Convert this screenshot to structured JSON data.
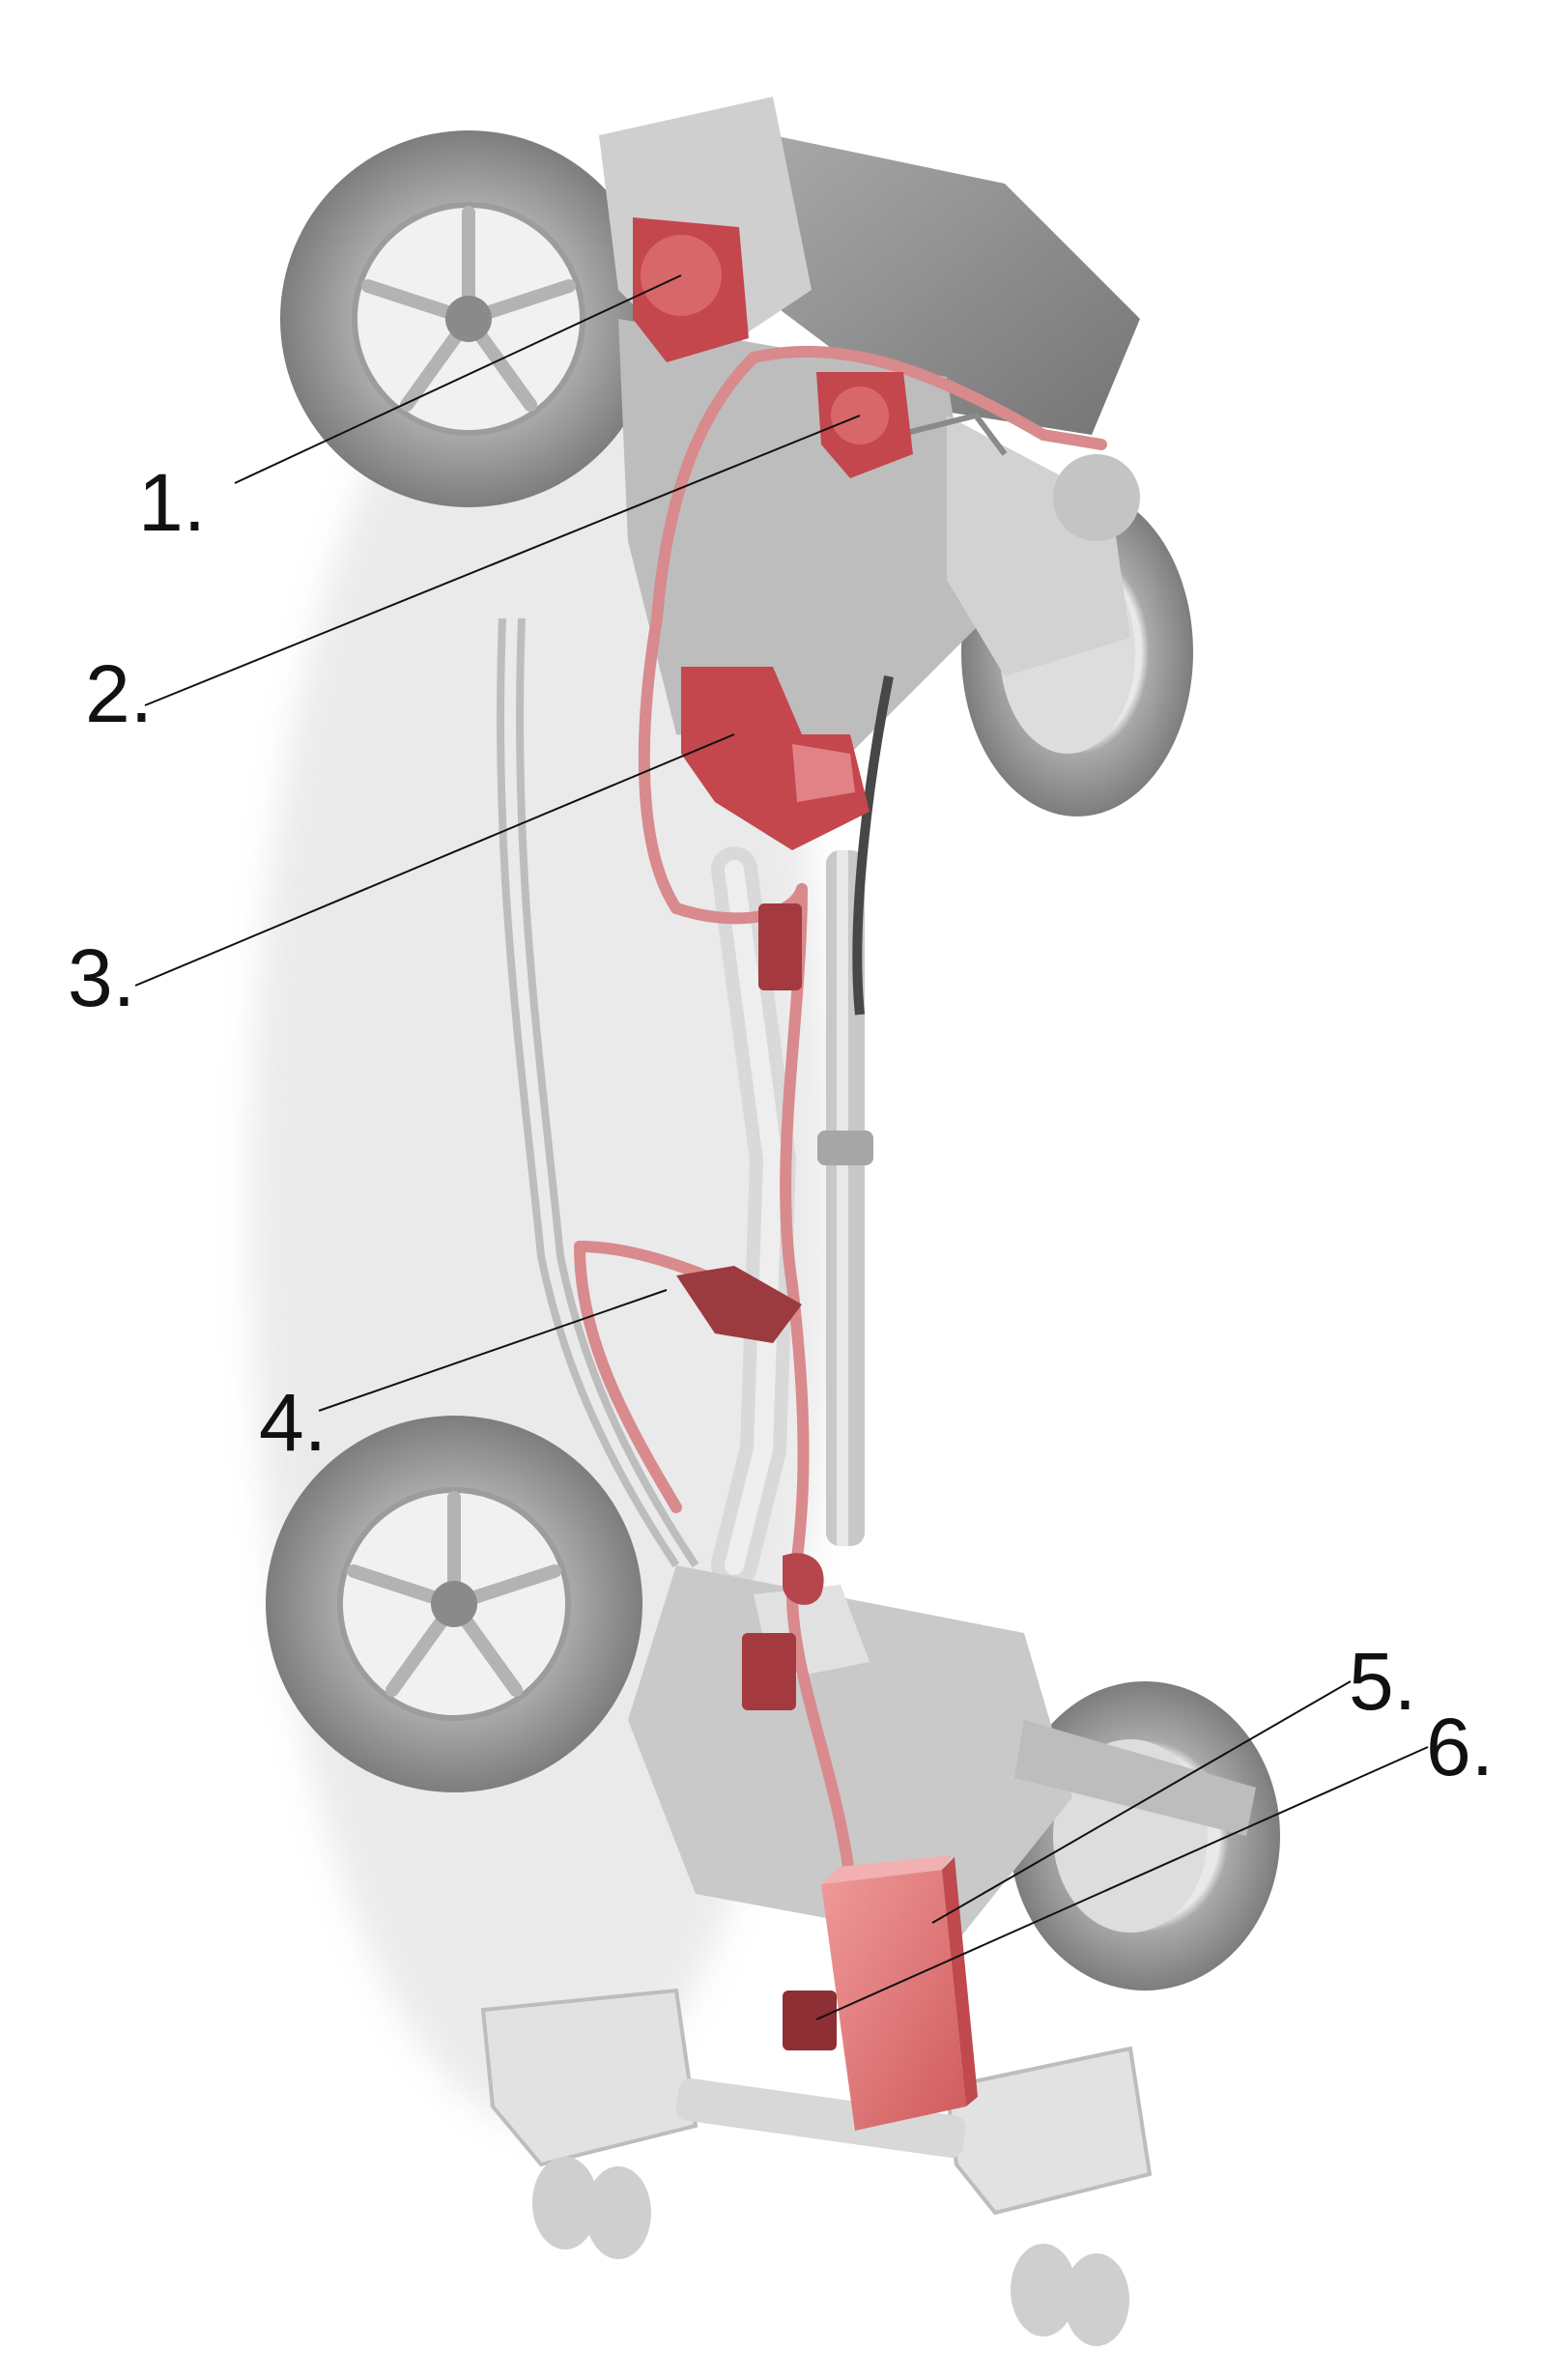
{
  "diagram": {
    "callouts": [
      {
        "label": "1."
      },
      {
        "label": "2."
      },
      {
        "label": "3."
      },
      {
        "label": "4."
      },
      {
        "label": "5."
      },
      {
        "label": "6."
      }
    ],
    "colors": {
      "highlight": "#c0424a",
      "highlight_light": "#e57a7e",
      "chassis": "#c9c9c9",
      "chassis_dark": "#8c8c8c",
      "leader": "#111111",
      "background": "#ffffff"
    }
  }
}
